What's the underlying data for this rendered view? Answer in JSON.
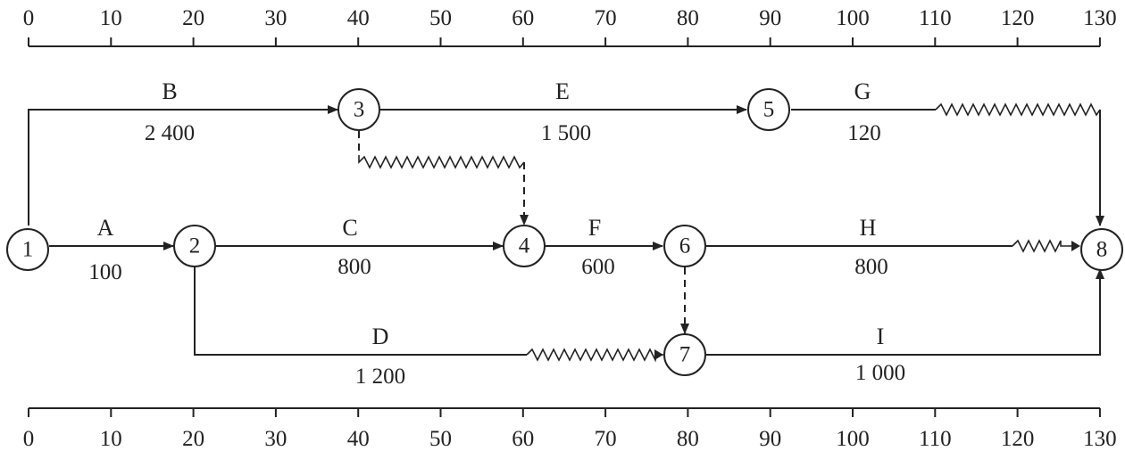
{
  "timescale": {
    "ticks": [
      "0",
      "10",
      "20",
      "30",
      "40",
      "50",
      "60",
      "70",
      "80",
      "90",
      "100",
      "110",
      "120",
      "130"
    ]
  },
  "nodes": [
    {
      "id": "1",
      "label": "1"
    },
    {
      "id": "2",
      "label": "2"
    },
    {
      "id": "3",
      "label": "3"
    },
    {
      "id": "4",
      "label": "4"
    },
    {
      "id": "5",
      "label": "5"
    },
    {
      "id": "6",
      "label": "6"
    },
    {
      "id": "7",
      "label": "7"
    },
    {
      "id": "8",
      "label": "8"
    }
  ],
  "activities": [
    {
      "name": "A",
      "value": "100",
      "from": "1",
      "to": "2"
    },
    {
      "name": "B",
      "value": "2 400",
      "from": "1",
      "to": "3"
    },
    {
      "name": "C",
      "value": "800",
      "from": "2",
      "to": "4"
    },
    {
      "name": "D",
      "value": "1 200",
      "from": "2",
      "to": "7"
    },
    {
      "name": "E",
      "value": "1 500",
      "from": "3",
      "to": "5"
    },
    {
      "name": "F",
      "value": "600",
      "from": "4",
      "to": "6"
    },
    {
      "name": "G",
      "value": "120",
      "from": "5",
      "to": "8"
    },
    {
      "name": "H",
      "value": "800",
      "from": "6",
      "to": "8"
    },
    {
      "name": "I",
      "value": "1 000",
      "from": "7",
      "to": "8"
    }
  ],
  "dummies": [
    {
      "from": "3",
      "to": "4"
    },
    {
      "from": "6",
      "to": "7"
    }
  ]
}
